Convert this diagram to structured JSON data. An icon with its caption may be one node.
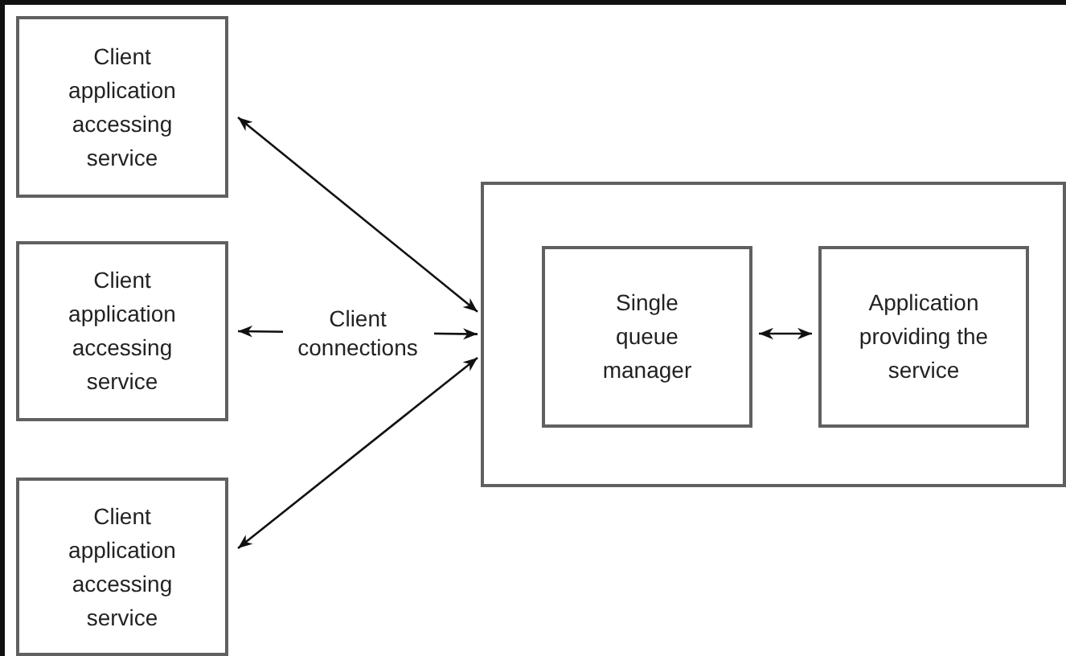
{
  "diagram": {
    "nodes": [
      {
        "text": [
          "Client application accessing service"
        ]
      },
      {
        "text": [
          "Client application accessing service"
        ]
      },
      {
        "text": [
          "Client application accessing service"
        ]
      },
      {
        "text": [],
        "shape": "box"
      },
      {
        "text": [
          "Single queue manager"
        ],
        "in": 3
      },
      {
        "text": [
          "Application providing the service"
        ],
        "in": 3
      }
    ],
    "edges": [
      {
        "from": 0,
        "to": 3,
        "arrow": "both"
      },
      {
        "from": 1,
        "to": 3,
        "arrow": "both",
        "label": "Client connections"
      },
      {
        "from": 2,
        "to": 3,
        "arrow": "both"
      },
      {
        "from": 4,
        "to": 5,
        "arrow": "both"
      }
    ]
  }
}
